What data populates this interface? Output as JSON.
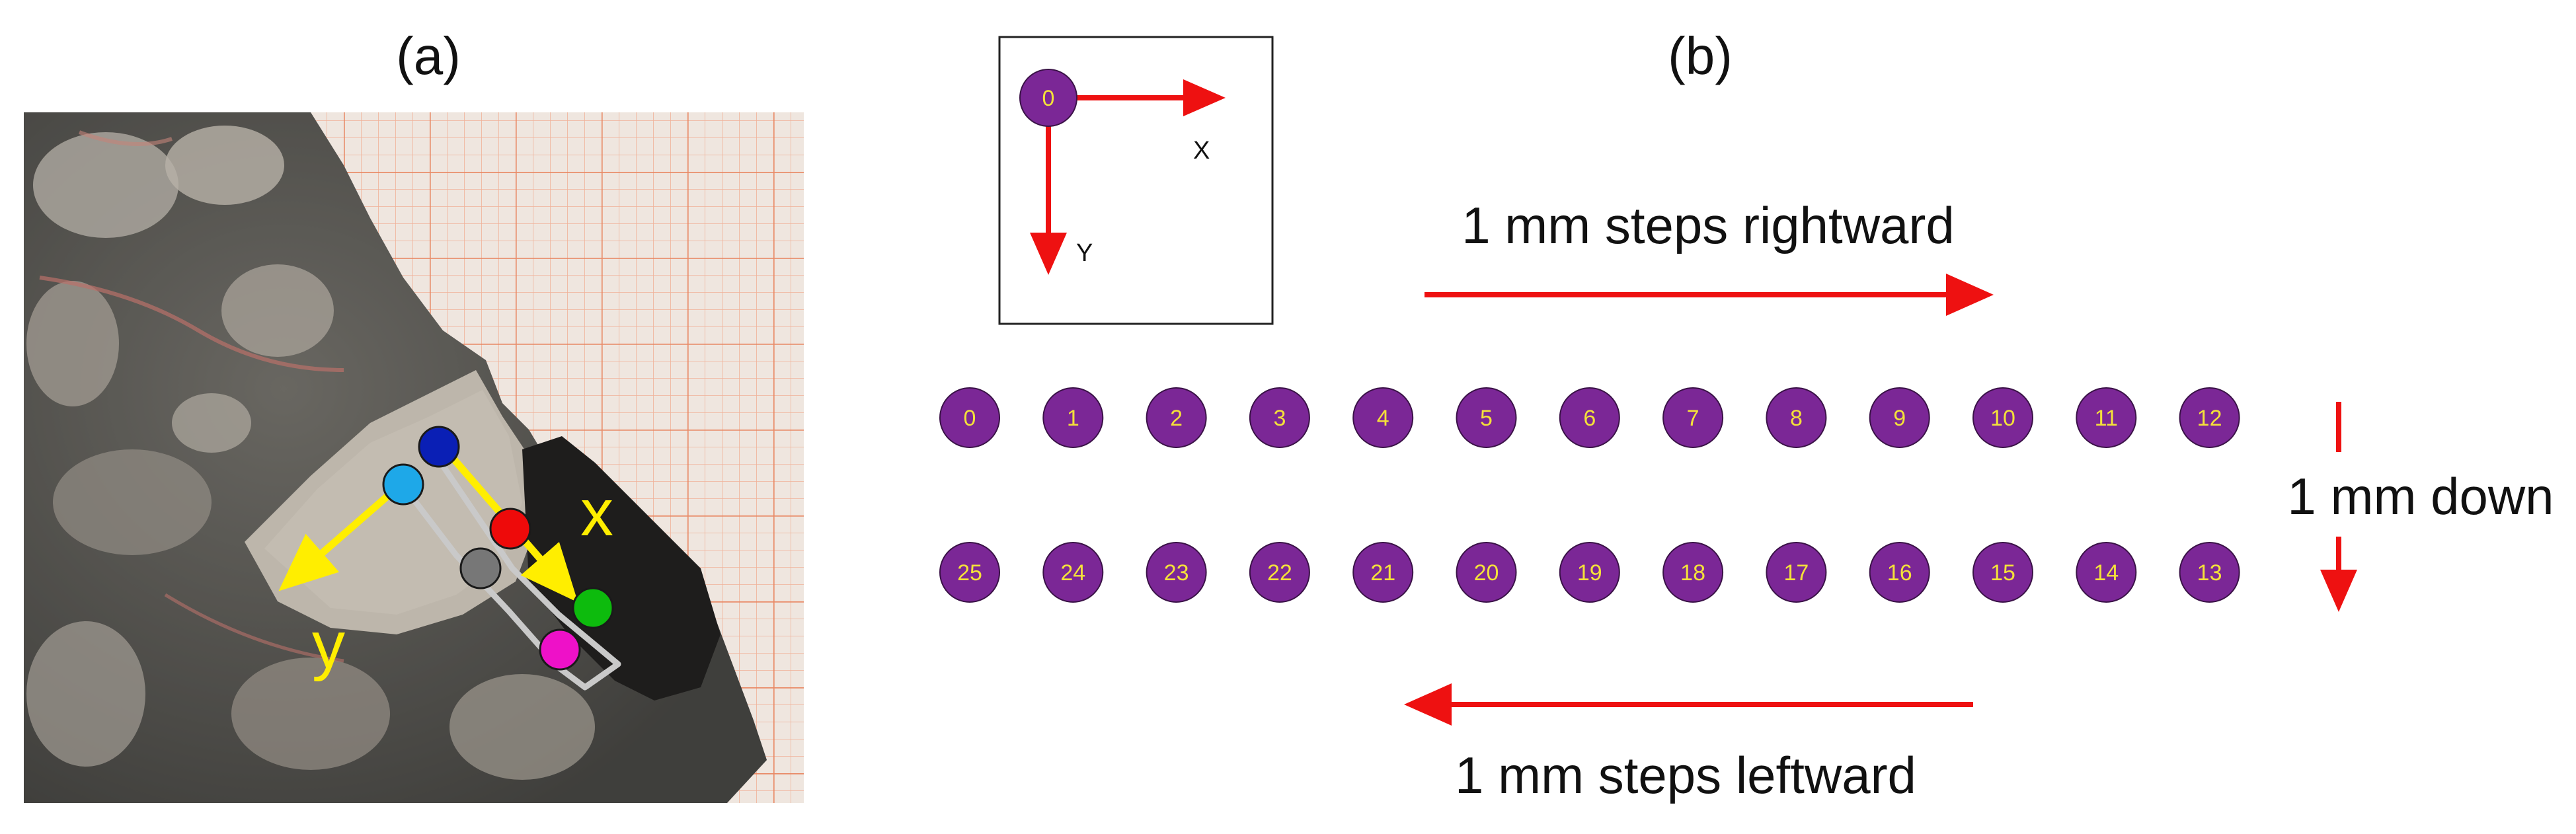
{
  "panel_a": {
    "label": "(a)",
    "axis_x_label": "x",
    "axis_y_label": "y",
    "marker_colors": {
      "blue": "#0a1fb5",
      "light_blue": "#1ea8e8",
      "red": "#ee0a0a",
      "gray": "#777777",
      "green": "#0dbb0d",
      "magenta": "#ee11c8"
    },
    "axis_color": "#ffee00",
    "grid_color": "#f0a080"
  },
  "panel_b": {
    "label": "(b)",
    "inset": {
      "origin_label": "0",
      "x_label": "X",
      "y_label": "Y"
    },
    "top_caption": "1 mm steps rightward",
    "right_caption": "1 mm down",
    "bottom_caption": "1 mm steps leftward",
    "row1": [
      "0",
      "1",
      "2",
      "3",
      "4",
      "5",
      "6",
      "7",
      "8",
      "9",
      "10",
      "11",
      "12"
    ],
    "row2": [
      "25",
      "24",
      "23",
      "22",
      "21",
      "20",
      "19",
      "18",
      "17",
      "16",
      "15",
      "14",
      "13"
    ],
    "dot_color": "#7b2796",
    "number_color": "#f4e13a",
    "arrow_color": "#ee1111"
  }
}
